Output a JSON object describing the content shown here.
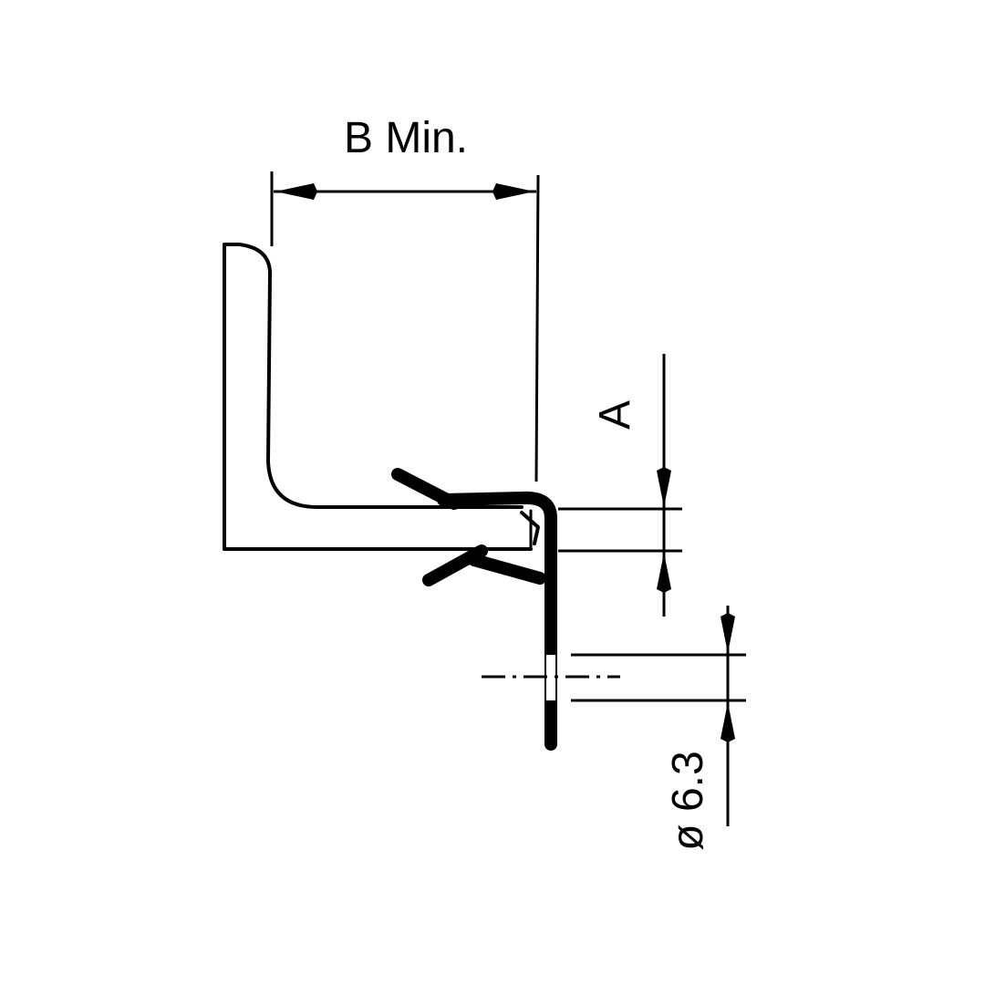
{
  "labels": {
    "width_min": "B Min.",
    "height": "A",
    "diameter": "ø 6.3"
  }
}
